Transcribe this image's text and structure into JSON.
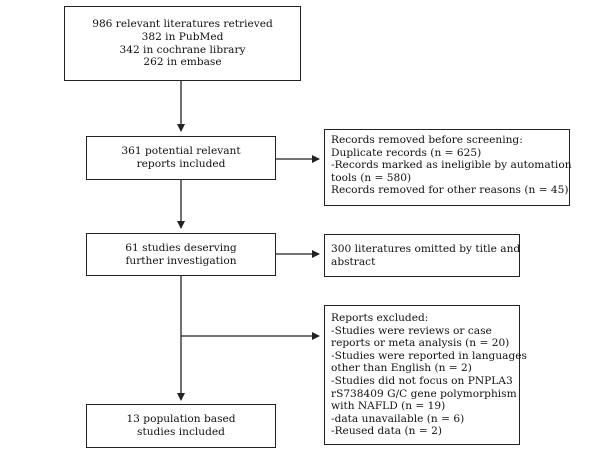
{
  "flowchart": {
    "identification": {
      "lines": [
        "986 relevant literatures retrieved",
        "382 in PubMed",
        "342 in cochrane library",
        "262 in embase"
      ]
    },
    "screening": {
      "lines": [
        "361 potential relevant",
        "reports included"
      ]
    },
    "removed": {
      "lines": [
        "Records removed before screening:",
        "Duplicate records (n = 625)",
        "-Records marked as ineligible by automation",
        "tools (n = 580)",
        "Records removed for other reasons (n = 45)"
      ]
    },
    "eligibility": {
      "lines": [
        "61 studies deserving",
        "further investigation"
      ]
    },
    "omitted": {
      "lines": [
        "300 literatures omitted by title and",
        "abstract"
      ]
    },
    "excluded": {
      "lines": [
        "Reports excluded:",
        "-Studies were reviews or case",
        "reports or meta analysis (n = 20)",
        "-Studies were reported in languages",
        "other than English (n = 2)",
        "-Studies did not focus on PNPLA3",
        "rS738409 G/C gene polymorphism",
        "with NAFLD (n = 19)",
        "-data unavailable (n = 6)",
        "-Reused data (n = 2)"
      ]
    },
    "included": {
      "lines": [
        "13 population based",
        "studies included"
      ]
    }
  }
}
